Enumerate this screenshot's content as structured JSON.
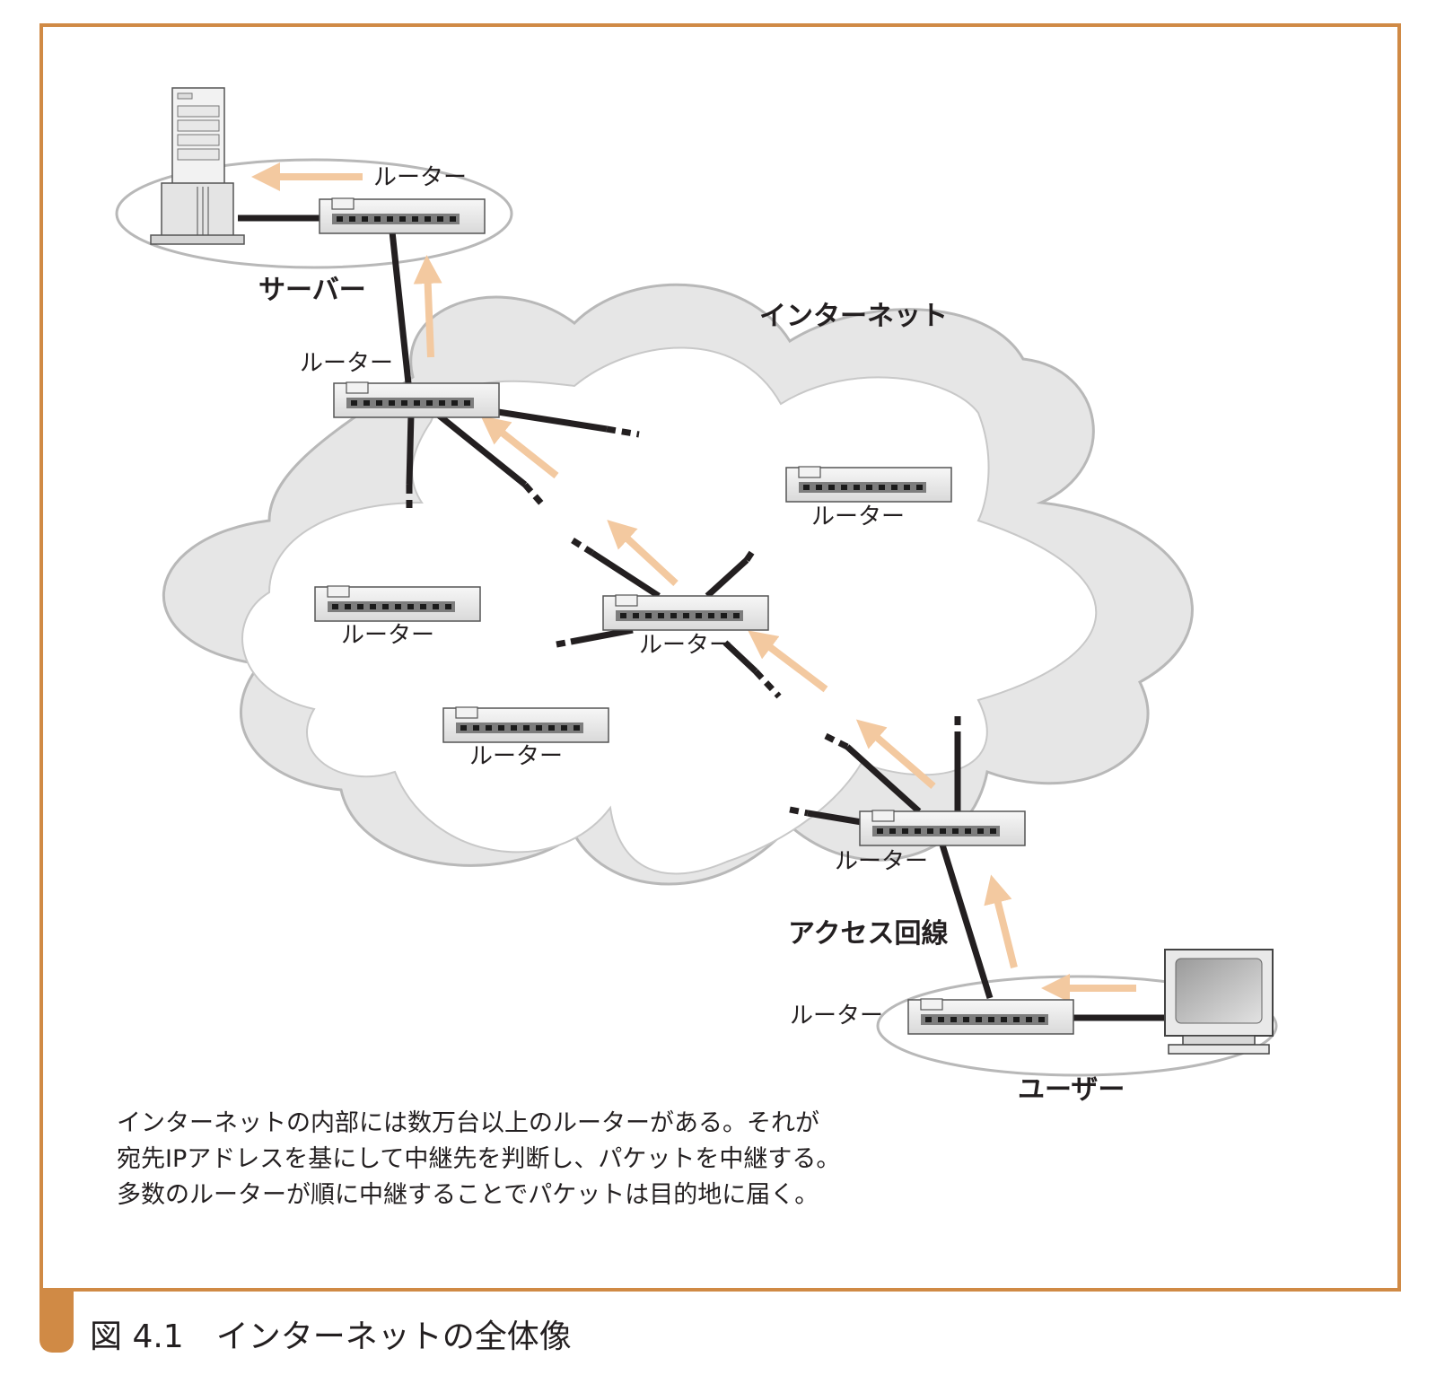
{
  "colors": {
    "frame": "#d08a45",
    "arrow": "#f3c9a0",
    "cloud_fill": "#e6e6e6",
    "cloud_stroke": "#b8b8b8",
    "link": "#231f20"
  },
  "labels": {
    "server": "サーバー",
    "internet": "インターネット",
    "access_line": "アクセス回線",
    "user": "ユーザー",
    "router": "ルーター"
  },
  "routers": [
    {
      "label": "ルーター"
    },
    {
      "label": "ルーター"
    },
    {
      "label": "ルーター"
    },
    {
      "label": "ルーター"
    },
    {
      "label": "ルーター"
    },
    {
      "label": "ルーター"
    },
    {
      "label": "ルーター"
    },
    {
      "label": "ルーター"
    }
  ],
  "description": [
    "インターネットの内部には数万台以上のルーターがある。それが",
    "宛先IPアドレスを基にして中継先を判断し、パケットを中継する。",
    "多数のルーターが順に中継することでパケットは目的地に届く。"
  ],
  "caption": {
    "number": "図 4.1",
    "title": "インターネットの全体像"
  }
}
